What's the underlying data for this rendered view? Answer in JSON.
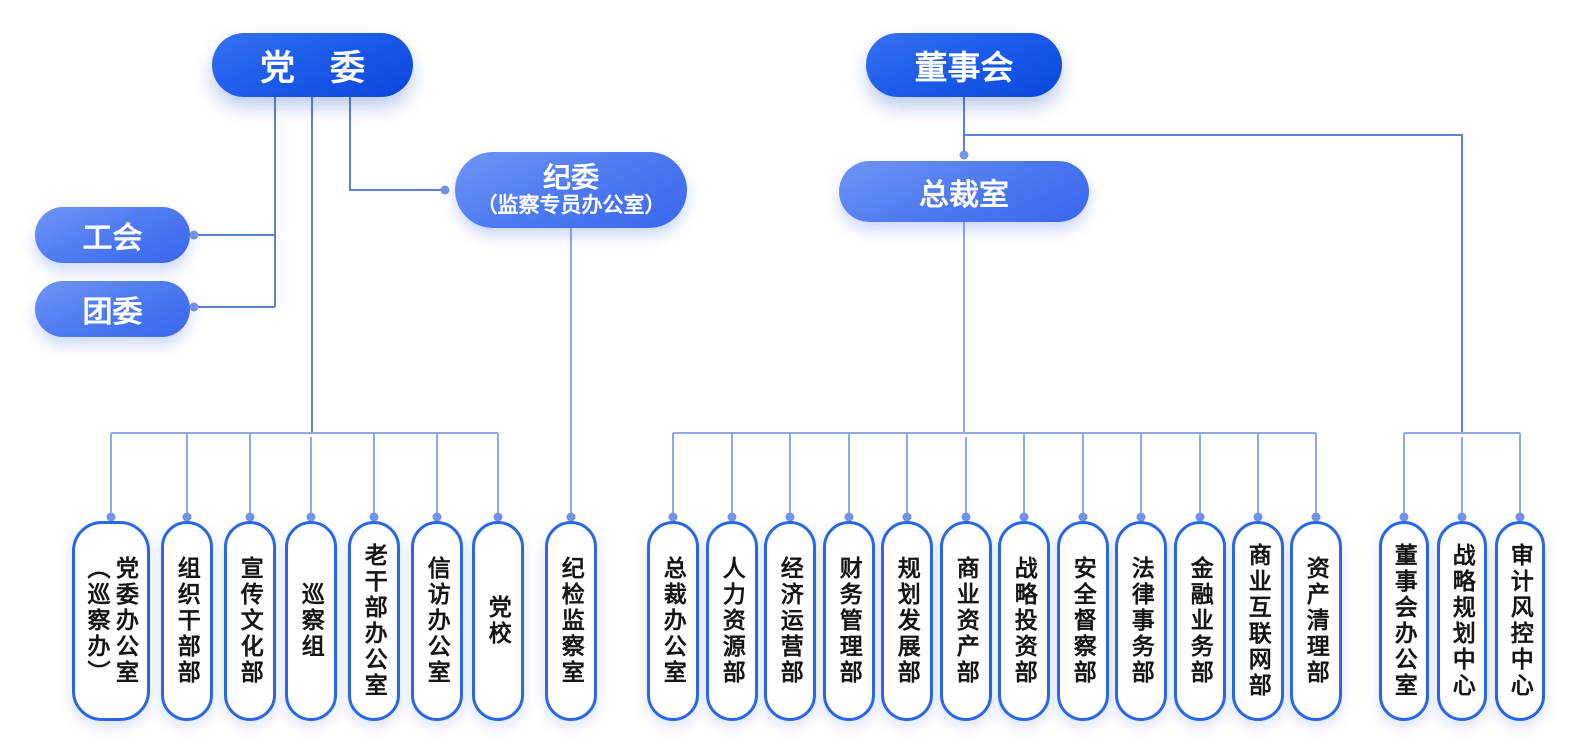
{
  "colors": {
    "node_primary_top": "#3572f1",
    "node_primary_bottom": "#0a46dd",
    "node_secondary_top": "#6e95f4",
    "node_secondary_bottom": "#3a66ee",
    "capsule_border": "#2a66e8",
    "capsule_fill": "#ffffff",
    "connector_trunk": "#5b80d8",
    "connector_branch": "#8ea8ec",
    "connector_dot": "#7494e8",
    "text_on_node": "#ffffff",
    "text_dept": "#151515",
    "background": "#ffffff"
  },
  "org": {
    "party": {
      "label": "党　委",
      "affiliates": [
        {
          "label": "工会"
        },
        {
          "label": "团委"
        }
      ],
      "discipline": {
        "title": "纪委",
        "subtitle": "（监察专员办公室）",
        "child": "纪检监察室"
      },
      "departments": [
        {
          "label": "党委办公室",
          "label_note": "（巡察办）"
        },
        {
          "label": "组织干部部"
        },
        {
          "label": "宣传文化部"
        },
        {
          "label": "巡察组"
        },
        {
          "label": "老干部办公室"
        },
        {
          "label": "信访办公室"
        },
        {
          "label": "党校"
        }
      ]
    },
    "board": {
      "label": "董事会",
      "president_office": "总裁室",
      "president_departments": [
        "总裁办公室",
        "人力资源部",
        "经济运营部",
        "财务管理部",
        "规划发展部",
        "商业资产部",
        "战略投资部",
        "安全督察部",
        "法律事务部",
        "金融业务部",
        "商业互联网部",
        "资产清理部"
      ],
      "board_departments": [
        "董事会办公室",
        "战略规划中心",
        "审计风控中心"
      ]
    }
  }
}
